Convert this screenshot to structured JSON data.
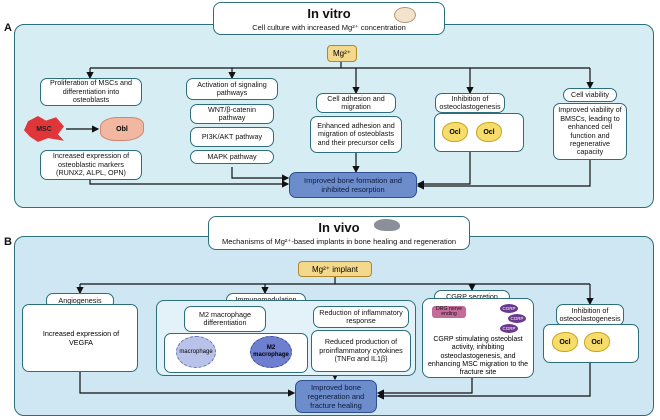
{
  "in_vitro": {
    "letter": "A",
    "title": "In vitro",
    "subtitle": "Cell culture with increased Mg²⁺ concentration",
    "mg_label": "Mg²⁺",
    "proliferation": {
      "title": "Proliferation of MSCs and differentiation into osteoblasts",
      "msc": "MSC",
      "obl": "Obl",
      "markers": "Increased expression of osteoblastic markers (RUNX2, ALPL, OPN)"
    },
    "signaling": {
      "title": "Activation of signaling pathways",
      "p1": "WNT/β-catenin pathway",
      "p2": "PI3K/AKT pathway",
      "p3": "MAPK pathway"
    },
    "adhesion": {
      "title": "Cell adhesion and migration",
      "detail": "Enhanced adhesion and migration of osteoblasts and their precursor cells"
    },
    "osteoclast": {
      "title": "Inhibition of osteoclastogenesis",
      "ocl": "Ocl"
    },
    "viability": {
      "title": "Cell viability",
      "detail": "Improved viability of BMSCs, leading to enhanced cell function and regenerative capacity"
    },
    "outcome": "Improved bone formation and inhibited resorption"
  },
  "in_vivo": {
    "letter": "B",
    "title": "In vivo",
    "subtitle": "Mechanisms of Mg²⁺-based implants in bone healing and regeneration",
    "mg_label": "Mg²⁺ implant",
    "angiogenesis": {
      "title": "Angiogenesis",
      "detail": "Increased expression of VEGFA"
    },
    "immuno": {
      "title": "Immunomodulation",
      "m2_title": "M2 macrophage differentiation",
      "macrophage": "macrophage",
      "m2_macrophage": "M2 macrophage",
      "inflam_title": "Reduction of inflammatory response",
      "inflam_detail": "Reduced production of proinflammatory cytokines (TNFα and IL1β)"
    },
    "cgrp": {
      "title": "CGRP secretion",
      "drg": "DRG nerve ending",
      "cgrp_label": "CGRP",
      "detail": "CGRP stimulating osteoblast activity, inhibiting osteoclastogenesis, and enhancing MSC migration to the fracture site"
    },
    "osteoclast": {
      "title": "Inhibition of osteoclastogenesis",
      "ocl": "Ocl"
    },
    "outcome": "Improved bone regeneration and fracture healing"
  },
  "colors": {
    "panel_a": "#d6eef3",
    "panel_b": "#cfe6f3",
    "border": "#2c6e7a",
    "outcome": "#6d8ccc",
    "mg": "#f4d98c",
    "inhibit": "#d8302a"
  }
}
